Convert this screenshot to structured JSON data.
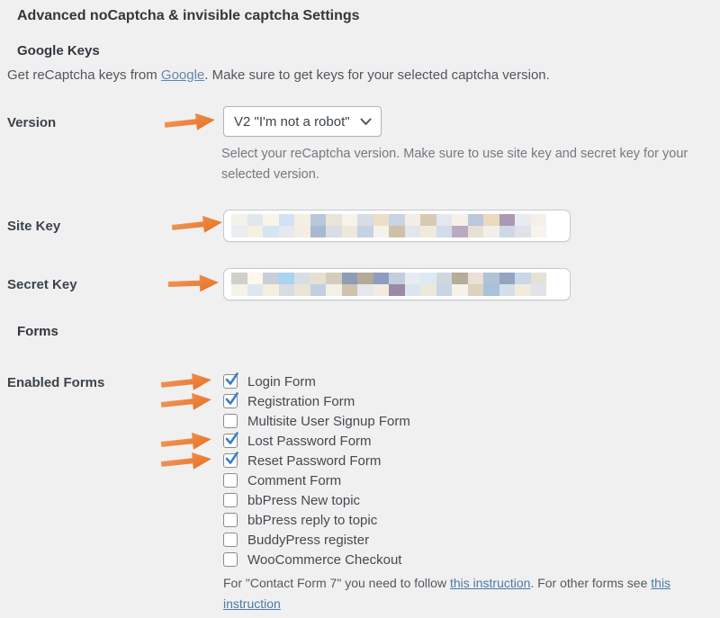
{
  "page": {
    "title": "Advanced noCaptcha & invisible captcha Settings",
    "background": "#f0f0f1"
  },
  "sections": {
    "google_keys": {
      "heading": "Google Keys",
      "intro_pre": "Get reCaptcha keys from ",
      "intro_link": "Google",
      "intro_post": ". Make sure to get keys for your selected captcha version."
    },
    "forms": {
      "heading": "Forms"
    }
  },
  "fields": {
    "version": {
      "label": "Version",
      "value": "V2 \"I'm not a robot\"",
      "description": "Select your reCaptcha version. Make sure to use site key and secret key for your selected version."
    },
    "site_key": {
      "label": "Site Key",
      "value_redacted": true
    },
    "secret_key": {
      "label": "Secret Key",
      "value_redacted": true
    },
    "enabled_forms": {
      "label": "Enabled Forms",
      "options": [
        {
          "label": "Login Form",
          "checked": true,
          "arrow": true
        },
        {
          "label": "Registration Form",
          "checked": true,
          "arrow": true
        },
        {
          "label": "Multisite User Signup Form",
          "checked": false,
          "arrow": false
        },
        {
          "label": "Lost Password Form",
          "checked": true,
          "arrow": true
        },
        {
          "label": "Reset Password Form",
          "checked": true,
          "arrow": true
        },
        {
          "label": "Comment Form",
          "checked": false,
          "arrow": false
        },
        {
          "label": "bbPress New topic",
          "checked": false,
          "arrow": false
        },
        {
          "label": "bbPress reply to topic",
          "checked": false,
          "arrow": false
        },
        {
          "label": "BuddyPress register",
          "checked": false,
          "arrow": false
        },
        {
          "label": "WooCommerce Checkout",
          "checked": false,
          "arrow": false
        }
      ],
      "footnote_pre": "For \"Contact Form 7\" you need to follow ",
      "footnote_link1": "this instruction",
      "footnote_mid": ". For other forms see ",
      "footnote_link2": "this instruction"
    }
  },
  "colors": {
    "arrow_light": "#f49a62",
    "arrow_dark": "#e66f1f",
    "check": "#3a80c2",
    "intro_link": "#6288aa",
    "footnote_link": "#4a7aa5",
    "background": "#f0f0f1"
  },
  "mosaics": {
    "site_key": [
      [
        "#f3f1ec",
        "#e2e7ee",
        "#f8f4ea",
        "#d2e2f2",
        "#f4efe3",
        "#b8c7da",
        "#e8e4d8",
        "#f6f3eb",
        "#d8dde4",
        "#ecdfc9",
        "#c8d4e2",
        "#f2eee6",
        "#d8cab2",
        "#e4e8ee",
        "#f6f1e6",
        "#b9c8db",
        "#ead8c0",
        "#ab99b2",
        "#e8ebf0",
        "#f4f0e8"
      ],
      [
        "#e9ecf1",
        "#f6f0e0",
        "#d6e5f3",
        "#e6e9ee",
        "#f3eee1",
        "#a9b9cf",
        "#d9dee5",
        "#eee9dc",
        "#c4d2e3",
        "#f5f2ea",
        "#cfc0a8",
        "#e2e6ec",
        "#f0ead9",
        "#d0dcea",
        "#b9aabf",
        "#e6e1d4",
        "#f2efe8",
        "#ccd8e6",
        "#dfe3e9",
        "#f7f4ec"
      ]
    ],
    "secret_key": [
      [
        "#cfcfcc",
        "#fdf8ec",
        "#c8cfd8",
        "#a9d4ee",
        "#d9dee4",
        "#e7dfd0",
        "#d4cdbd",
        "#8f9cb6",
        "#b3ab98",
        "#8d9cc0",
        "#c2cede",
        "#e6ecf2",
        "#ddeaf4",
        "#d1d7de",
        "#b5ac9a",
        "#ecdfd8",
        "#b0c2d6",
        "#95a5c0",
        "#c8d8e8",
        "#e4e1d6"
      ],
      [
        "#f5f2ea",
        "#dee7f1",
        "#f5efdf",
        "#d8dce2",
        "#eae4d5",
        "#c2cfe0",
        "#f3f0e8",
        "#d0c2ac",
        "#e4e8ee",
        "#f1ecdf",
        "#9b8aa5",
        "#dce4ee",
        "#ece8db",
        "#c8d5e4",
        "#f5f2ea",
        "#dcd2bd",
        "#a8c2dc",
        "#d2dfeb",
        "#f0ebdd",
        "#e0e4ea"
      ]
    ]
  }
}
